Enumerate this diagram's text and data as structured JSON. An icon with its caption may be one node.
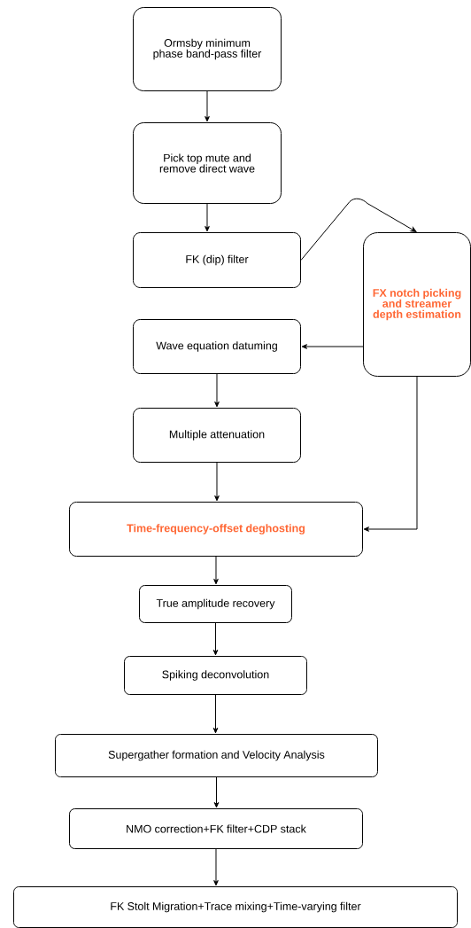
{
  "diagram": {
    "nodes": [
      {
        "text": [
          "Ormsby minimum phase band-pass filter"
        ]
      },
      {
        "text": [
          "Pick top mute and remove direct wave"
        ]
      },
      {
        "text": [
          "FK (dip) filter"
        ]
      },
      {
        "text": [
          "FX notch picking and streamer depth estimation"
        ]
      },
      {
        "text": [
          "Wave equation datuming"
        ]
      },
      {
        "text": [
          "Multiple attenuation"
        ]
      },
      {
        "text": [
          "Time-frequency-offset deghosting"
        ]
      },
      {
        "text": [
          "True amplitude recovery"
        ]
      },
      {
        "text": [
          "Spiking deconvolution"
        ]
      },
      {
        "text": [
          "Supergather formation and Velocity Analysis"
        ]
      },
      {
        "text": [
          "NMO correction+FK filter+CDP stack"
        ]
      },
      {
        "text": [
          "FK Stolt Migration+Trace mixing+Time-varying filter"
        ]
      }
    ],
    "edges": [
      {
        "from": 0,
        "to": 1,
        "arrow": "to"
      },
      {
        "from": 1,
        "to": 2,
        "arrow": "to"
      },
      {
        "from": 2,
        "to": 3,
        "arrow": "to"
      },
      {
        "from": 3,
        "to": 4,
        "arrow": "to"
      },
      {
        "from": 4,
        "to": 5,
        "arrow": "to"
      },
      {
        "from": 5,
        "to": 6,
        "arrow": "to"
      },
      {
        "from": 3,
        "to": 6,
        "arrow": "to"
      },
      {
        "from": 6,
        "to": 7,
        "arrow": "to"
      },
      {
        "from": 7,
        "to": 8,
        "arrow": "to"
      },
      {
        "from": 8,
        "to": 9,
        "arrow": "to"
      },
      {
        "from": 9,
        "to": 10,
        "arrow": "to"
      },
      {
        "from": 10,
        "to": 11,
        "arrow": "to"
      }
    ]
  }
}
